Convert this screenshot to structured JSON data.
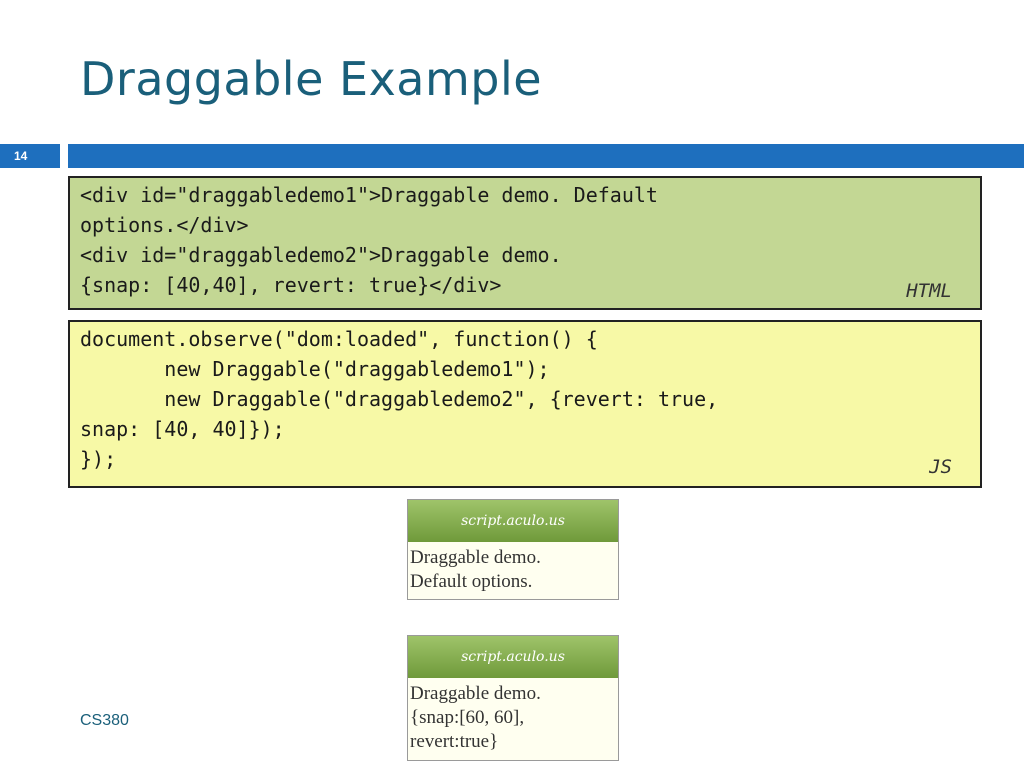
{
  "slide": {
    "title": "Draggable Example",
    "number": "14",
    "footer": "CS380"
  },
  "html_code": {
    "lines": [
      "<div id=\"draggabledemo1\">Draggable demo. Default",
      "options.</div>",
      "<div id=\"draggabledemo2\">Draggable demo.",
      "{snap: [40,40], revert: true}</div>"
    ],
    "label": "HTML"
  },
  "js_code": {
    "lines": [
      "document.observe(\"dom:loaded\", function() {",
      "       new Draggable(\"draggabledemo1\");",
      "       new Draggable(\"draggabledemo2\", {revert: true,",
      "snap: [40, 40]});",
      "});"
    ],
    "label": "JS"
  },
  "demos": [
    {
      "header": "script.aculo.us",
      "text": "Draggable demo.\nDefault options."
    },
    {
      "header": "script.aculo.us",
      "text": "Draggable demo.\n{snap:[60, 60],\nrevert:true}"
    }
  ],
  "colors": {
    "title": "#1a5f7a",
    "accent_bar": "#1e6fbe",
    "html_box_bg": "#c3d794",
    "js_box_bg": "#f7f9a6"
  }
}
